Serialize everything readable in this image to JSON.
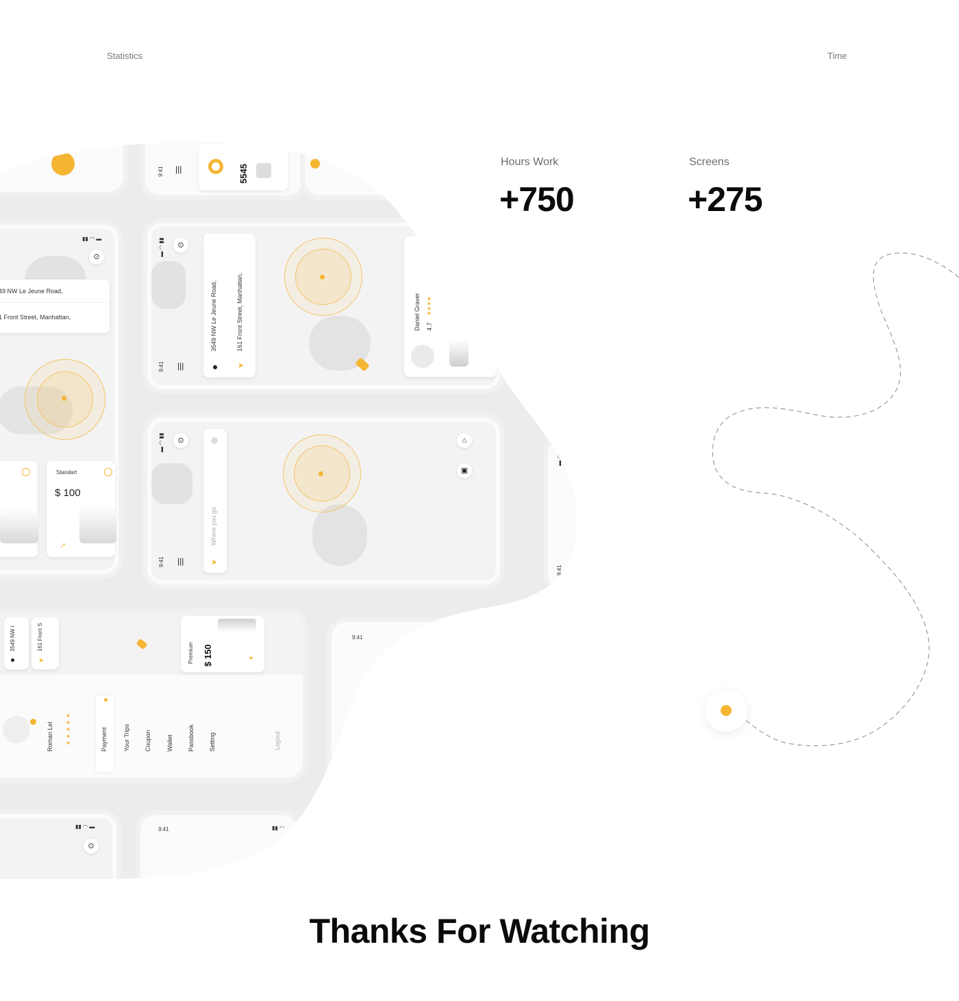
{
  "top_labels": {
    "left": "Statistics",
    "right": "Time"
  },
  "stats": [
    {
      "label": "Hours Work",
      "value": "+750"
    },
    {
      "label": "Screens",
      "value": "+275"
    }
  ],
  "footer": {
    "title": "Thanks For Watching"
  },
  "mockups": {
    "status_time": "9:41",
    "top_number": "5545",
    "address_from": "3549 NW Le Jeune Road,",
    "address_to": "161 Front Street, Manhattan,",
    "address_from_partial": "49 NW Le Jeune Road,",
    "address_to_partial": "1 Front Street, Manhattan,",
    "address_from_short": "3549 NW I",
    "address_to_short": "161 Front S",
    "driver_name": "Daniel Graver",
    "driver_rating": "4.7",
    "car_class": "Standart",
    "car_price": "$ 100",
    "premium_class": "Premium",
    "premium_price": "$ 150",
    "search_placeholder": "Where you go",
    "profile_name": "Roman Lel",
    "menu_items": [
      "Payment",
      "Your Trips",
      "Coupon",
      "Wallet",
      "Passbook",
      "Setting"
    ],
    "logout": "Logout"
  },
  "colors": {
    "accent": "#F5B533",
    "background": "#FFFFFF",
    "map": "#F3F3F3"
  }
}
